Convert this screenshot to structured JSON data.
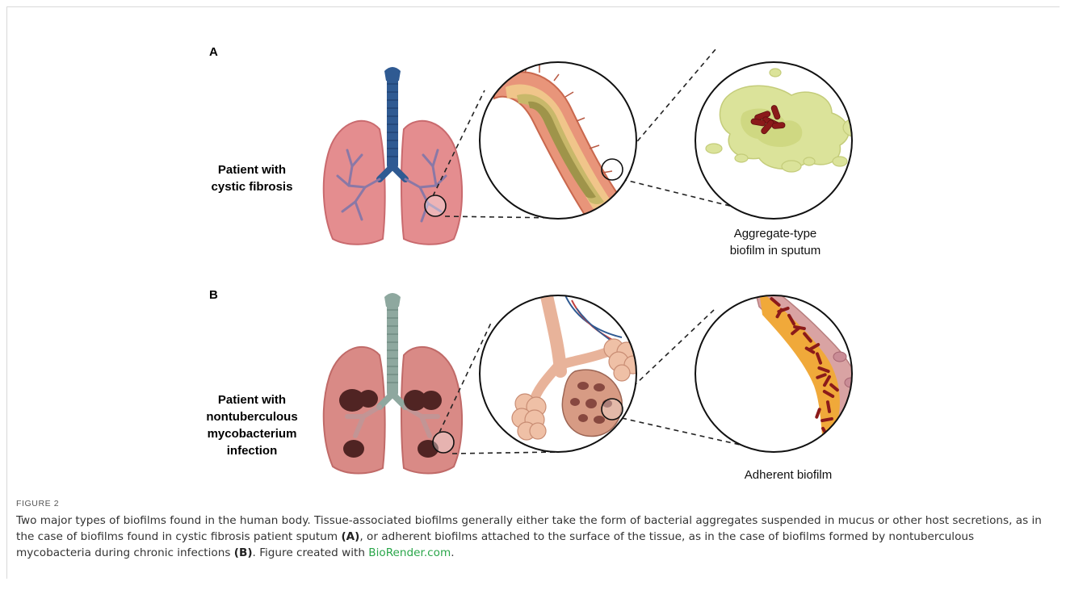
{
  "figure": {
    "panel_a_label": "A",
    "panel_b_label": "B",
    "patient_a_lines": [
      "Patient with",
      "cystic fibrosis"
    ],
    "patient_b_lines": [
      "Patient with",
      "nontuberculous",
      "mycobacterium",
      "infection"
    ],
    "biofilm_a_lines": [
      "Aggregate-type",
      "biofilm in sputum"
    ],
    "biofilm_b_label": "Adherent biofilm"
  },
  "caption": {
    "label": "FIGURE 2",
    "text_1": "Two major types of biofilms found in the human body. Tissue-associated biofilms generally either take the form of bacterial aggregates suspended in mucus or other host secretions, as in the case of biofilms found in cystic fibrosis patient sputum ",
    "ref_a": "(A)",
    "text_2": ", or adherent biofilms attached to the surface of the tissue, as in the case of biofilms formed by nontuberculous mycobacteria during chronic infections ",
    "ref_b": "(B)",
    "text_3": ". Figure created with ",
    "link_text": "BioRender.com",
    "text_4": "."
  },
  "colors": {
    "lung": "#e48d8f",
    "lung_dark": "#c96a6e",
    "trachea_a": "#2f5a92",
    "trachea_b": "#8ea89f",
    "bronchi": "#8a78a6",
    "lesion": "#3e1616",
    "mucus": "#dbe39a",
    "bacteria": "#8b1a1a",
    "airway_outer": "#e8957a",
    "airway_inner": "#c8b86a",
    "link": "#2aa64a"
  }
}
